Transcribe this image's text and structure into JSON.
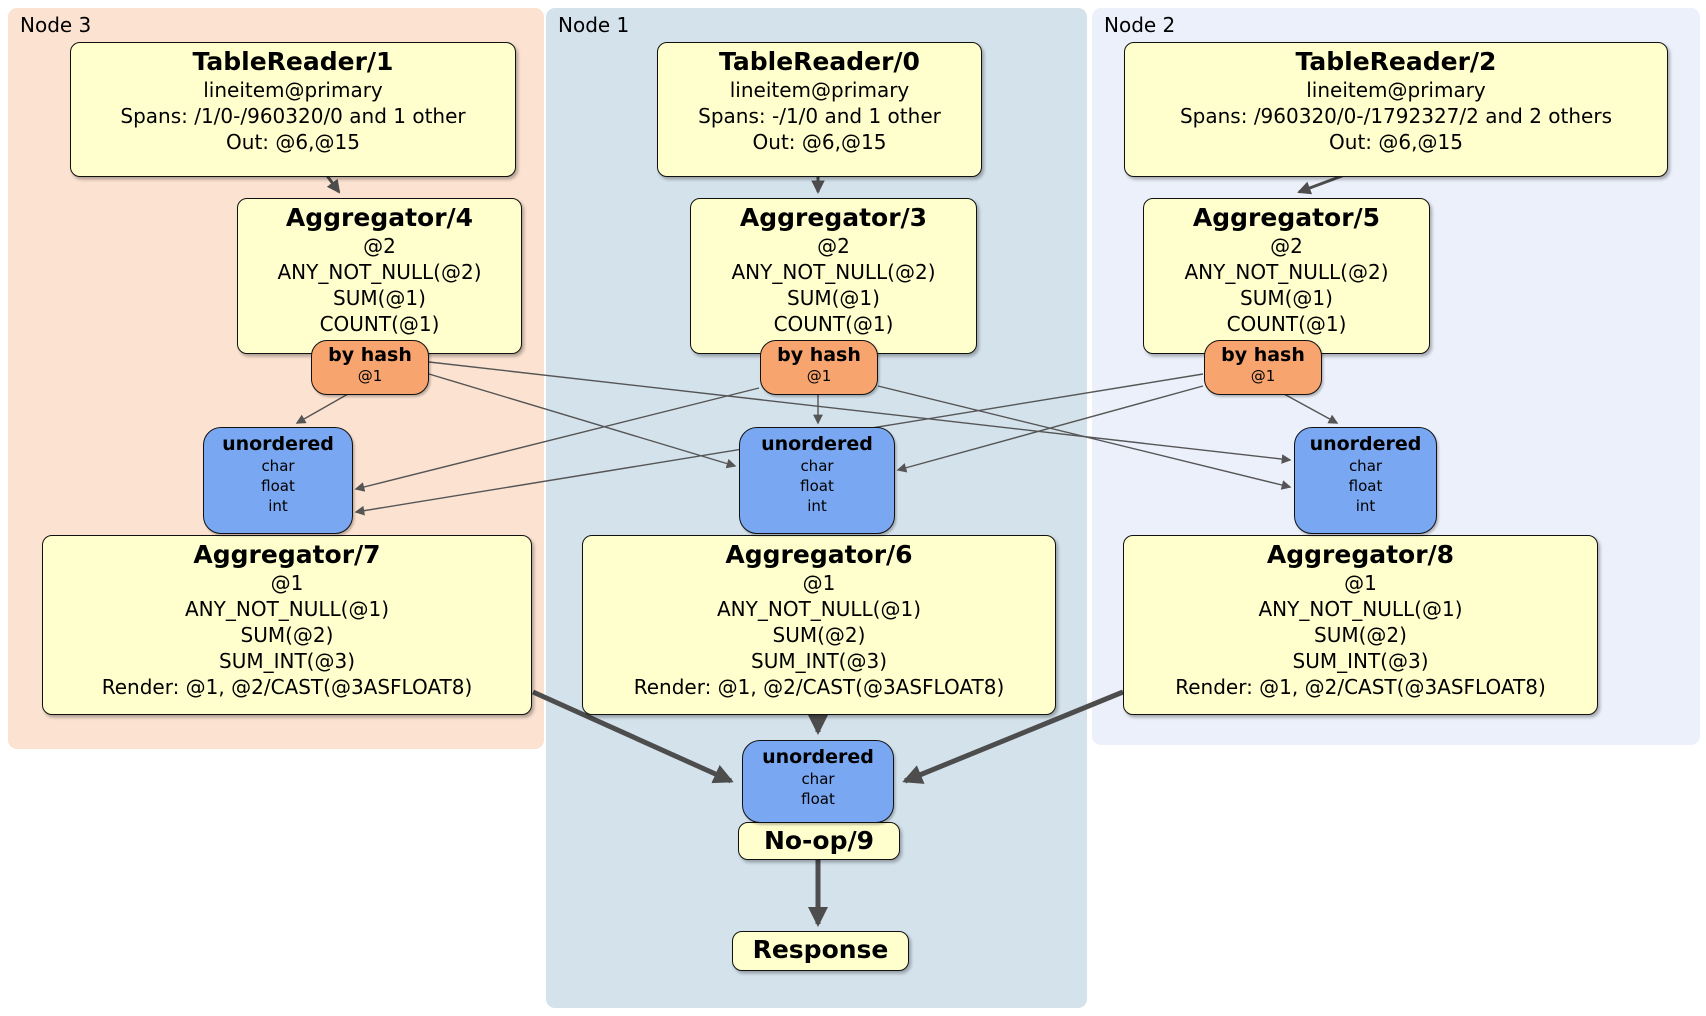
{
  "panels": [
    {
      "label": "Node 3"
    },
    {
      "label": "Node 1"
    },
    {
      "label": "Node 2"
    }
  ],
  "processors": {
    "tr1": {
      "title": "TableReader/1",
      "lines": [
        "lineitem@primary",
        "Spans: /1/0-/960320/0 and 1 other",
        "Out: @6,@15"
      ]
    },
    "tr0": {
      "title": "TableReader/0",
      "lines": [
        "lineitem@primary",
        "Spans: -/1/0 and 1 other",
        "Out: @6,@15"
      ]
    },
    "tr2": {
      "title": "TableReader/2",
      "lines": [
        "lineitem@primary",
        "Spans: /960320/0-/1792327/2 and 2 others",
        "Out: @6,@15"
      ]
    },
    "agg4": {
      "title": "Aggregator/4",
      "lines": [
        "@2",
        "ANY_NOT_NULL(@2)",
        "SUM(@1)",
        "COUNT(@1)"
      ]
    },
    "agg3": {
      "title": "Aggregator/3",
      "lines": [
        "@2",
        "ANY_NOT_NULL(@2)",
        "SUM(@1)",
        "COUNT(@1)"
      ]
    },
    "agg5": {
      "title": "Aggregator/5",
      "lines": [
        "@2",
        "ANY_NOT_NULL(@2)",
        "SUM(@1)",
        "COUNT(@1)"
      ]
    },
    "agg7": {
      "title": "Aggregator/7",
      "lines": [
        "@1",
        "ANY_NOT_NULL(@1)",
        "SUM(@2)",
        "SUM_INT(@3)",
        "Render: @1, @2/CAST(@3ASFLOAT8)"
      ]
    },
    "agg6": {
      "title": "Aggregator/6",
      "lines": [
        "@1",
        "ANY_NOT_NULL(@1)",
        "SUM(@2)",
        "SUM_INT(@3)",
        "Render: @1, @2/CAST(@3ASFLOAT8)"
      ]
    },
    "agg8": {
      "title": "Aggregator/8",
      "lines": [
        "@1",
        "ANY_NOT_NULL(@1)",
        "SUM(@2)",
        "SUM_INT(@3)",
        "Render: @1, @2/CAST(@3ASFLOAT8)"
      ]
    },
    "noop": {
      "title": "No-op/9"
    },
    "response": {
      "title": "Response"
    }
  },
  "routers": {
    "hash_node3": {
      "title": "by hash",
      "detail": "@1"
    },
    "hash_node1": {
      "title": "by hash",
      "detail": "@1"
    },
    "hash_node2": {
      "title": "by hash",
      "detail": "@1"
    }
  },
  "streams": {
    "unordered_node3": {
      "title": "unordered",
      "types": [
        "char",
        "float",
        "int"
      ]
    },
    "unordered_node1": {
      "title": "unordered",
      "types": [
        "char",
        "float",
        "int"
      ]
    },
    "unordered_node2": {
      "title": "unordered",
      "types": [
        "char",
        "float",
        "int"
      ]
    },
    "unordered_final": {
      "title": "unordered",
      "types": [
        "char",
        "float"
      ]
    }
  },
  "colors": {
    "node3_bg": "#fce2d0",
    "node1_bg": "#d4e2ec",
    "node2_bg": "#ecf0fa",
    "processor_fill": "#ffffcd",
    "router_fill": "#f7a46e",
    "stream_fill": "#79a7f1",
    "edge": "#4d4d4d"
  }
}
